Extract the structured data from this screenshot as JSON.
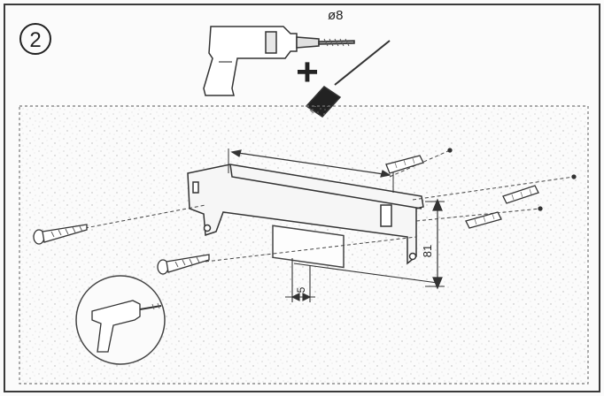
{
  "step": {
    "number": "2"
  },
  "tools": {
    "drill_bit_label": "ø8",
    "drill_icon": "power-drill-icon",
    "screwdriver_icon": "screwdriver-icon",
    "plus_symbol": "+"
  },
  "dimensions": {
    "vertical_label": "81",
    "horizontal_label": "5"
  },
  "inset": {
    "icon": "drill-into-wall-icon"
  },
  "colors": {
    "line": "#333333",
    "wall_texture": "#c8c8c8",
    "background": "#fbfbfb"
  }
}
